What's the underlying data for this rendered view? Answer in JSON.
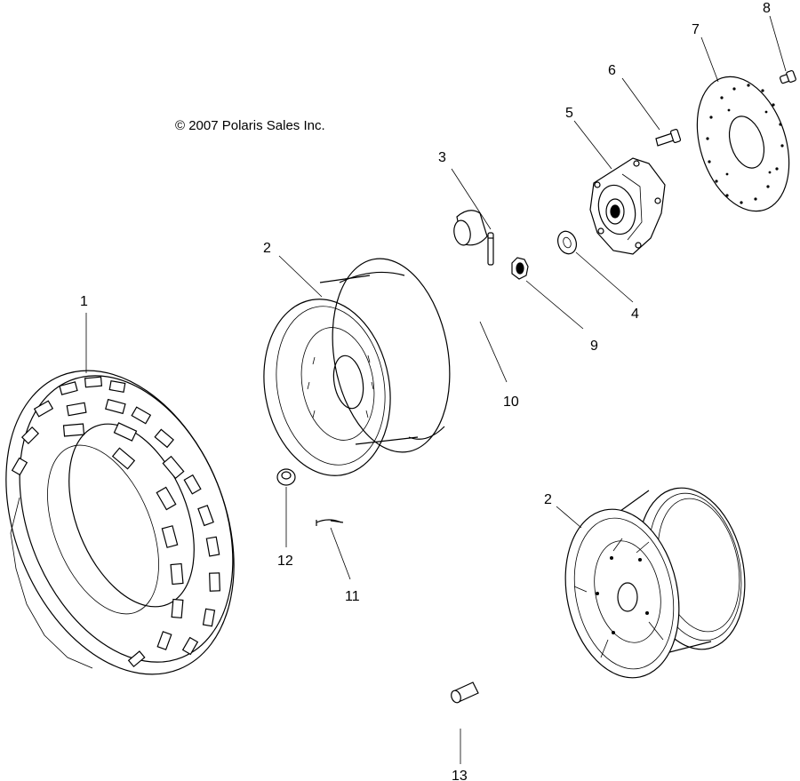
{
  "copyright": "© 2007 Polaris Sales Inc.",
  "callouts": {
    "c1": "1",
    "c2a": "2",
    "c2b": "2",
    "c3": "3",
    "c4": "4",
    "c5": "5",
    "c6": "6",
    "c7": "7",
    "c8": "8",
    "c9": "9",
    "c10": "10",
    "c11": "11",
    "c12": "12",
    "c13": "13"
  }
}
